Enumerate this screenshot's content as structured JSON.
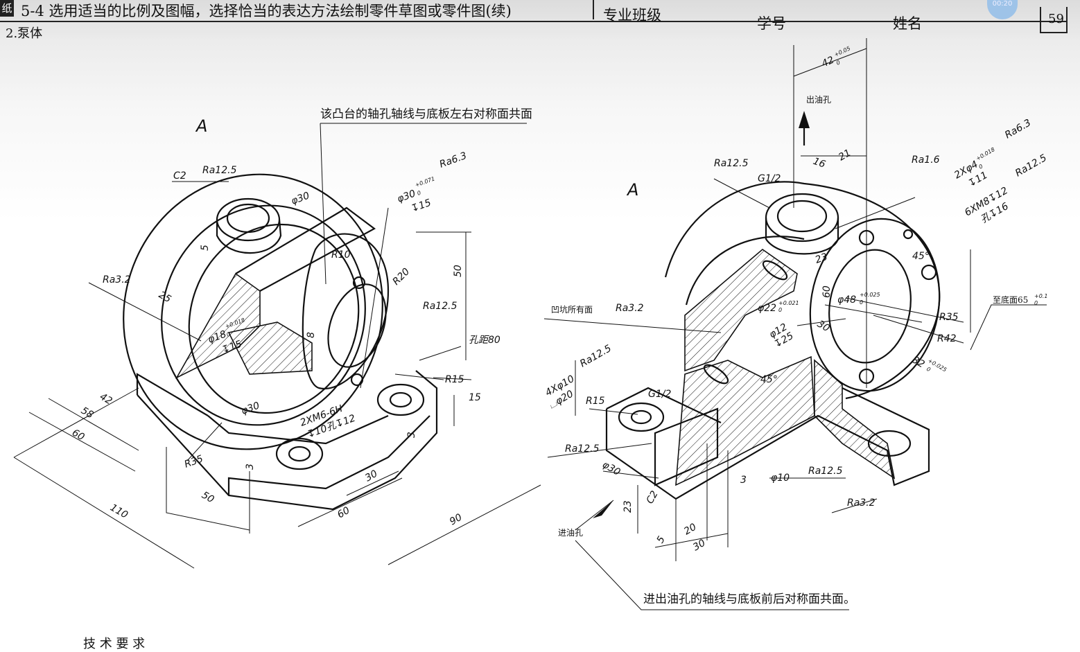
{
  "header": {
    "corner_label": "纸",
    "title": "5-4  选用适当的比例及图幅，选择恰当的表达方法绘制零件草图或零件图(续)",
    "class_label": "专业班级",
    "id_label": "学号",
    "name_label": "姓名",
    "page_number": "59",
    "badge": "00:20"
  },
  "subtitle": "2.泵体",
  "bottom_note": "技 术 要 求",
  "left_view": {
    "view_label": "A",
    "note": "该凸台的轴孔轴线与底板左右对称面共面",
    "callouts": {
      "c2": "C2",
      "ra125_top": "Ra12.5",
      "d30_top": "φ30",
      "d30_tol": "φ30",
      "d30_sup": "+0.071",
      "d30_sub": "0",
      "depth15": "↧15",
      "ra63": "Ra6.3",
      "r10": "R10",
      "r20": "R20",
      "fifty": "50",
      "ra32": "Ra3.2",
      "twentyfive": "25",
      "five": "5",
      "d18": "φ18",
      "d18_sup": "+0.018",
      "d18_sub": "0",
      "depth15b": "↧15",
      "eight": "8",
      "ra125_mid": "Ra12.5",
      "pitch": "孔距80",
      "r15": "R15",
      "fifteen": "15",
      "thread": "2XM6-6H",
      "thread_depth": "↧10孔↧12",
      "three_a": "3",
      "d30_bot": "φ30",
      "r35": "R35",
      "three_b": "3",
      "thirty": "30",
      "fortytwo": "42",
      "fiftyeight": "58",
      "sixty": "60",
      "fifty_b": "50",
      "onehundredten": "110",
      "sixty_b": "60",
      "ninety": "90"
    }
  },
  "right_view": {
    "view_label": "A",
    "note": "进出油孔的轴线与底板前后对称面共面。",
    "callouts": {
      "d42": "42",
      "d42_sup": "+0.05",
      "d42_sub": "0",
      "outlet": "出油孔",
      "sixteen": "16",
      "twentyone": "21",
      "ra125_a": "Ra12.5",
      "g12_top": "G1/2",
      "ra16": "Ra1.6",
      "holes4": "2Xφ4",
      "holes4_sup": "+0.018",
      "holes4_sub": "0",
      "holes4_depth": "↧11",
      "ra63": "Ra6.3",
      "m8": "6XM8↧12",
      "m8_depth": "孔↧16",
      "ra125_b": "Ra12.5",
      "twentythree": "23",
      "fortyfive_a": "45°",
      "sixty": "60",
      "d48": "φ48",
      "d48_sup": "+0.025",
      "d48_sub": "0",
      "to_base": "至底面65",
      "to_base_sup": "+0.1",
      "to_base_sub": "0",
      "r35": "R35",
      "r42": "R42",
      "pit_note": "凹坑所有面",
      "ra32_a": "Ra3.2",
      "d22": "φ22",
      "d22_sup": "+0.021",
      "d22_sub": "0",
      "thirty": "30",
      "d12": "φ12",
      "depth25": "↧25",
      "thirtytwo": "32",
      "thirtytwo_sup": "+0.025",
      "thirtytwo_sub": "0",
      "holes10": "4Xφ10",
      "cb20": "⌴φ20",
      "ra125_c": "Ra12.5",
      "r15": "R15",
      "g12_bot": "G1/2",
      "fortyfive_b": "45°",
      "ra125_d": "Ra12.5",
      "d30": "φ30",
      "three": "3",
      "d10": "φ10",
      "ra125_e": "Ra12.5",
      "inlet": "进油孔",
      "twentythree_b": "23",
      "c2": "C2",
      "five": "5",
      "twenty": "20",
      "thirty_b": "30",
      "ra32_b": "Ra3.2"
    }
  }
}
